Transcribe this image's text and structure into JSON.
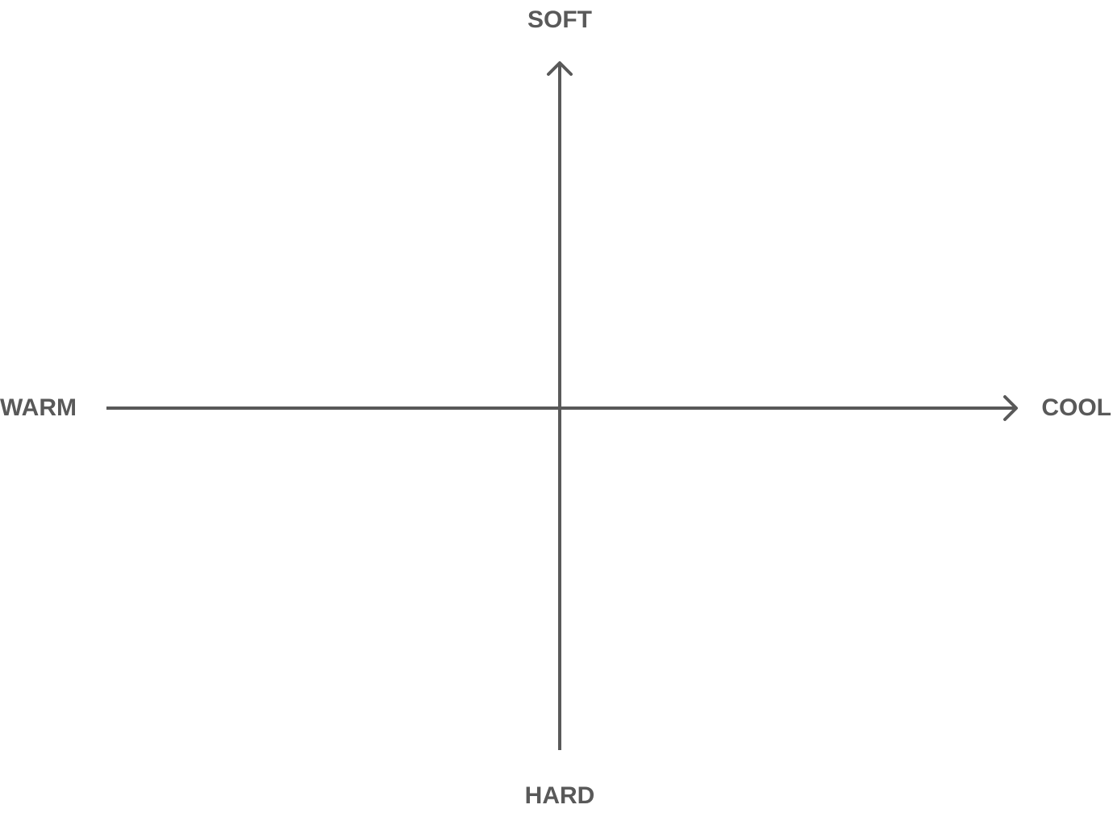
{
  "diagram": {
    "axis_color": "#595959",
    "label_color": "#595959",
    "labels": {
      "top": "SOFT",
      "bottom": "HARD",
      "left": "WARM",
      "right": "COOL"
    }
  }
}
